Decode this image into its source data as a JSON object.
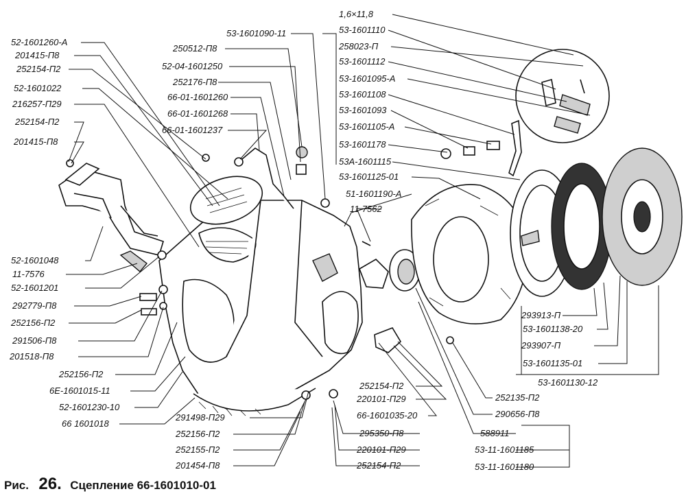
{
  "figure": {
    "prefix": "Рис.",
    "number": "26.",
    "title": "Сцепление 66-1601010-01"
  },
  "labels_left": [
    "52-1601260-А",
    "201415-П8",
    "252154-П2",
    "52-1601022",
    "216257-П29",
    "252154-П2",
    "201415-П8",
    "52-1601048",
    "11-7576",
    "52-1601201",
    "292779-П8",
    "252156-П2",
    "291506-П8",
    "201518-П8",
    "252156-П2",
    "6Е-1601015-11",
    "52-1601230-10",
    "66 1601018"
  ],
  "labels_top": [
    "250512-П8",
    "52-04-1601250",
    "252176-П8",
    "66-01-1601260",
    "66-01-1601268",
    "66-01-1601237",
    "53-1601090-11"
  ],
  "labels_right_top": [
    "1,6×11,8",
    "53-1601110",
    "258023-П",
    "53-1601112",
    "53-1601095-А",
    "53-1601108",
    "53-1601093",
    "53-1601105-А",
    "53-1601178",
    "53А-1601115",
    "53-1601125-01",
    "51-1601190-А",
    "11-7562"
  ],
  "labels_right_bottom": [
    "293913-П",
    "53-1601138-20",
    "293907-П",
    "53-1601135-01",
    "53-1601130-12"
  ],
  "labels_bottom": [
    "291498-П29",
    "252156-П2",
    "252155-П2",
    "201454-П8",
    "252154-П2",
    "220101-П29",
    "66-1601035-20",
    "295350-П8",
    "220101-П29",
    "252154-П2",
    "252135-П2",
    "290656-П8",
    "588911",
    "53-11-1601185",
    "53-11-1601180"
  ]
}
